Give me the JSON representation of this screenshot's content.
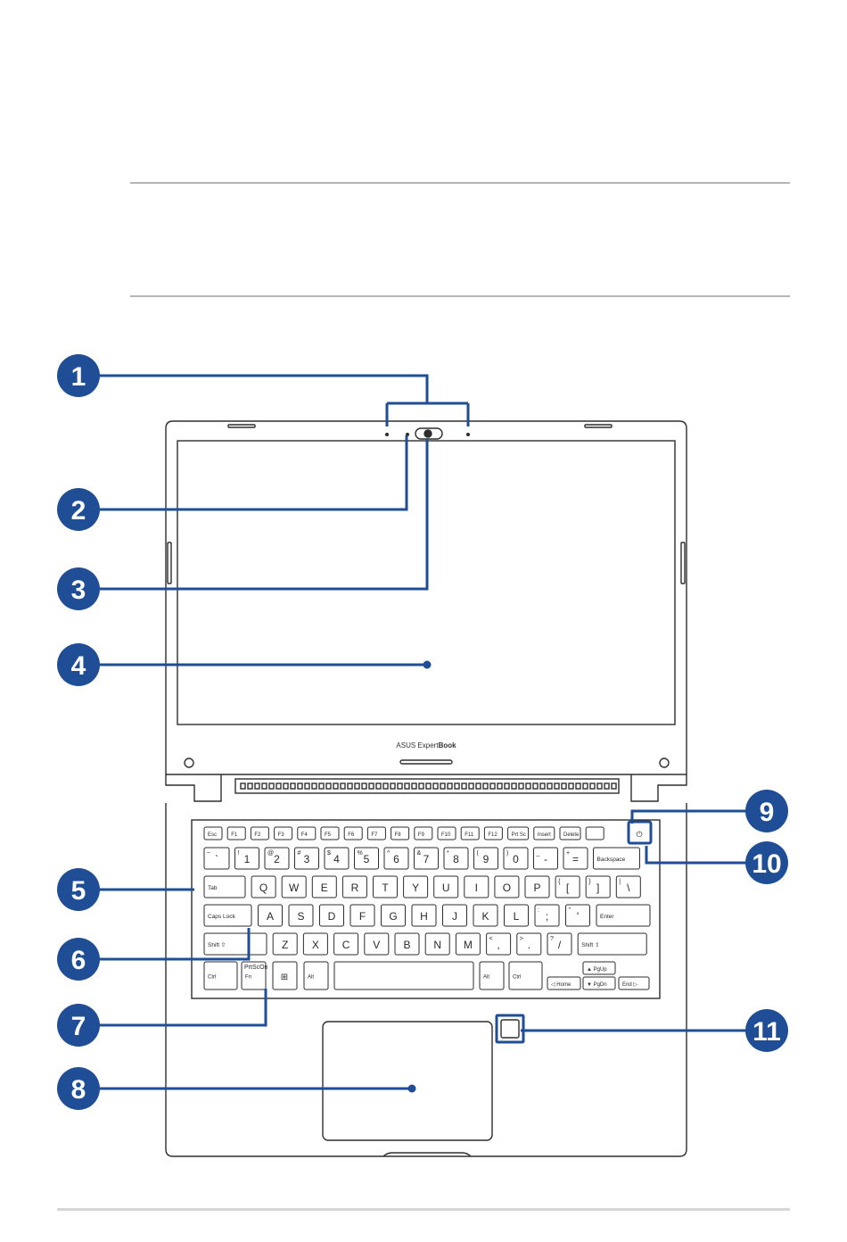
{
  "brand": {
    "prefix": "ASUS Expert",
    "suffix": "Book"
  },
  "colors": {
    "callout": "#1f4e97",
    "callout_line": "#1f4e97",
    "outline": "#2e2e2e",
    "rule": "#b5b5b5"
  },
  "callouts": [
    {
      "n": "1"
    },
    {
      "n": "2"
    },
    {
      "n": "3"
    },
    {
      "n": "4"
    },
    {
      "n": "5"
    },
    {
      "n": "6"
    },
    {
      "n": "7"
    },
    {
      "n": "8"
    },
    {
      "n": "9"
    },
    {
      "n": "10"
    },
    {
      "n": "11"
    }
  ],
  "keyboard": {
    "fn_row": [
      "Esc",
      "F1",
      "F2",
      "F3",
      "F4",
      "F5",
      "F6",
      "F7",
      "F8",
      "F9",
      "F10",
      "F11",
      "F12",
      "Prt Sc",
      "Insert",
      "Delete",
      ""
    ],
    "num_row": [
      "`",
      "1",
      "2",
      "3",
      "4",
      "5",
      "6",
      "7",
      "8",
      "9",
      "0",
      "-",
      "=",
      "Backspace"
    ],
    "num_row_top": [
      "~",
      "!",
      "@",
      "#",
      "$",
      "%",
      "^",
      "&",
      "*",
      "(",
      ")",
      "_",
      "+",
      ""
    ],
    "top_row": [
      "Tab",
      "Q",
      "W",
      "E",
      "R",
      "T",
      "Y",
      "U",
      "I",
      "O",
      "P",
      "[",
      "]",
      "\\"
    ],
    "top_row_top": [
      "",
      "",
      "",
      "",
      "",
      "",
      "",
      "",
      "",
      "",
      "",
      "{",
      "}",
      "|"
    ],
    "home_row": [
      "Caps Lock",
      "A",
      "S",
      "D",
      "F",
      "G",
      "H",
      "J",
      "K",
      "L",
      ";",
      "'",
      "Enter"
    ],
    "home_row_top": [
      "",
      "",
      "",
      "",
      "",
      "",
      "",
      "",
      "",
      "",
      ":",
      "\"",
      ""
    ],
    "bottom_row": [
      "Shift ⇧",
      "Z",
      "X",
      "C",
      "V",
      "B",
      "N",
      "M",
      ",",
      ".",
      "/",
      "Shift ⇧"
    ],
    "bottom_row_top": [
      "",
      "",
      "",
      "",
      "",
      "",
      "",
      "",
      "<",
      ">",
      "?",
      ""
    ],
    "mod_row": [
      "Ctrl",
      "Fn",
      "",
      "Alt",
      "",
      "Alt",
      "Ctrl"
    ],
    "fn_key_top": "PrtScOn",
    "arrows": {
      "up": "▲ PgUp",
      "down": "▼ PgDn",
      "left": "◁ Home",
      "right": "End ▷"
    }
  }
}
